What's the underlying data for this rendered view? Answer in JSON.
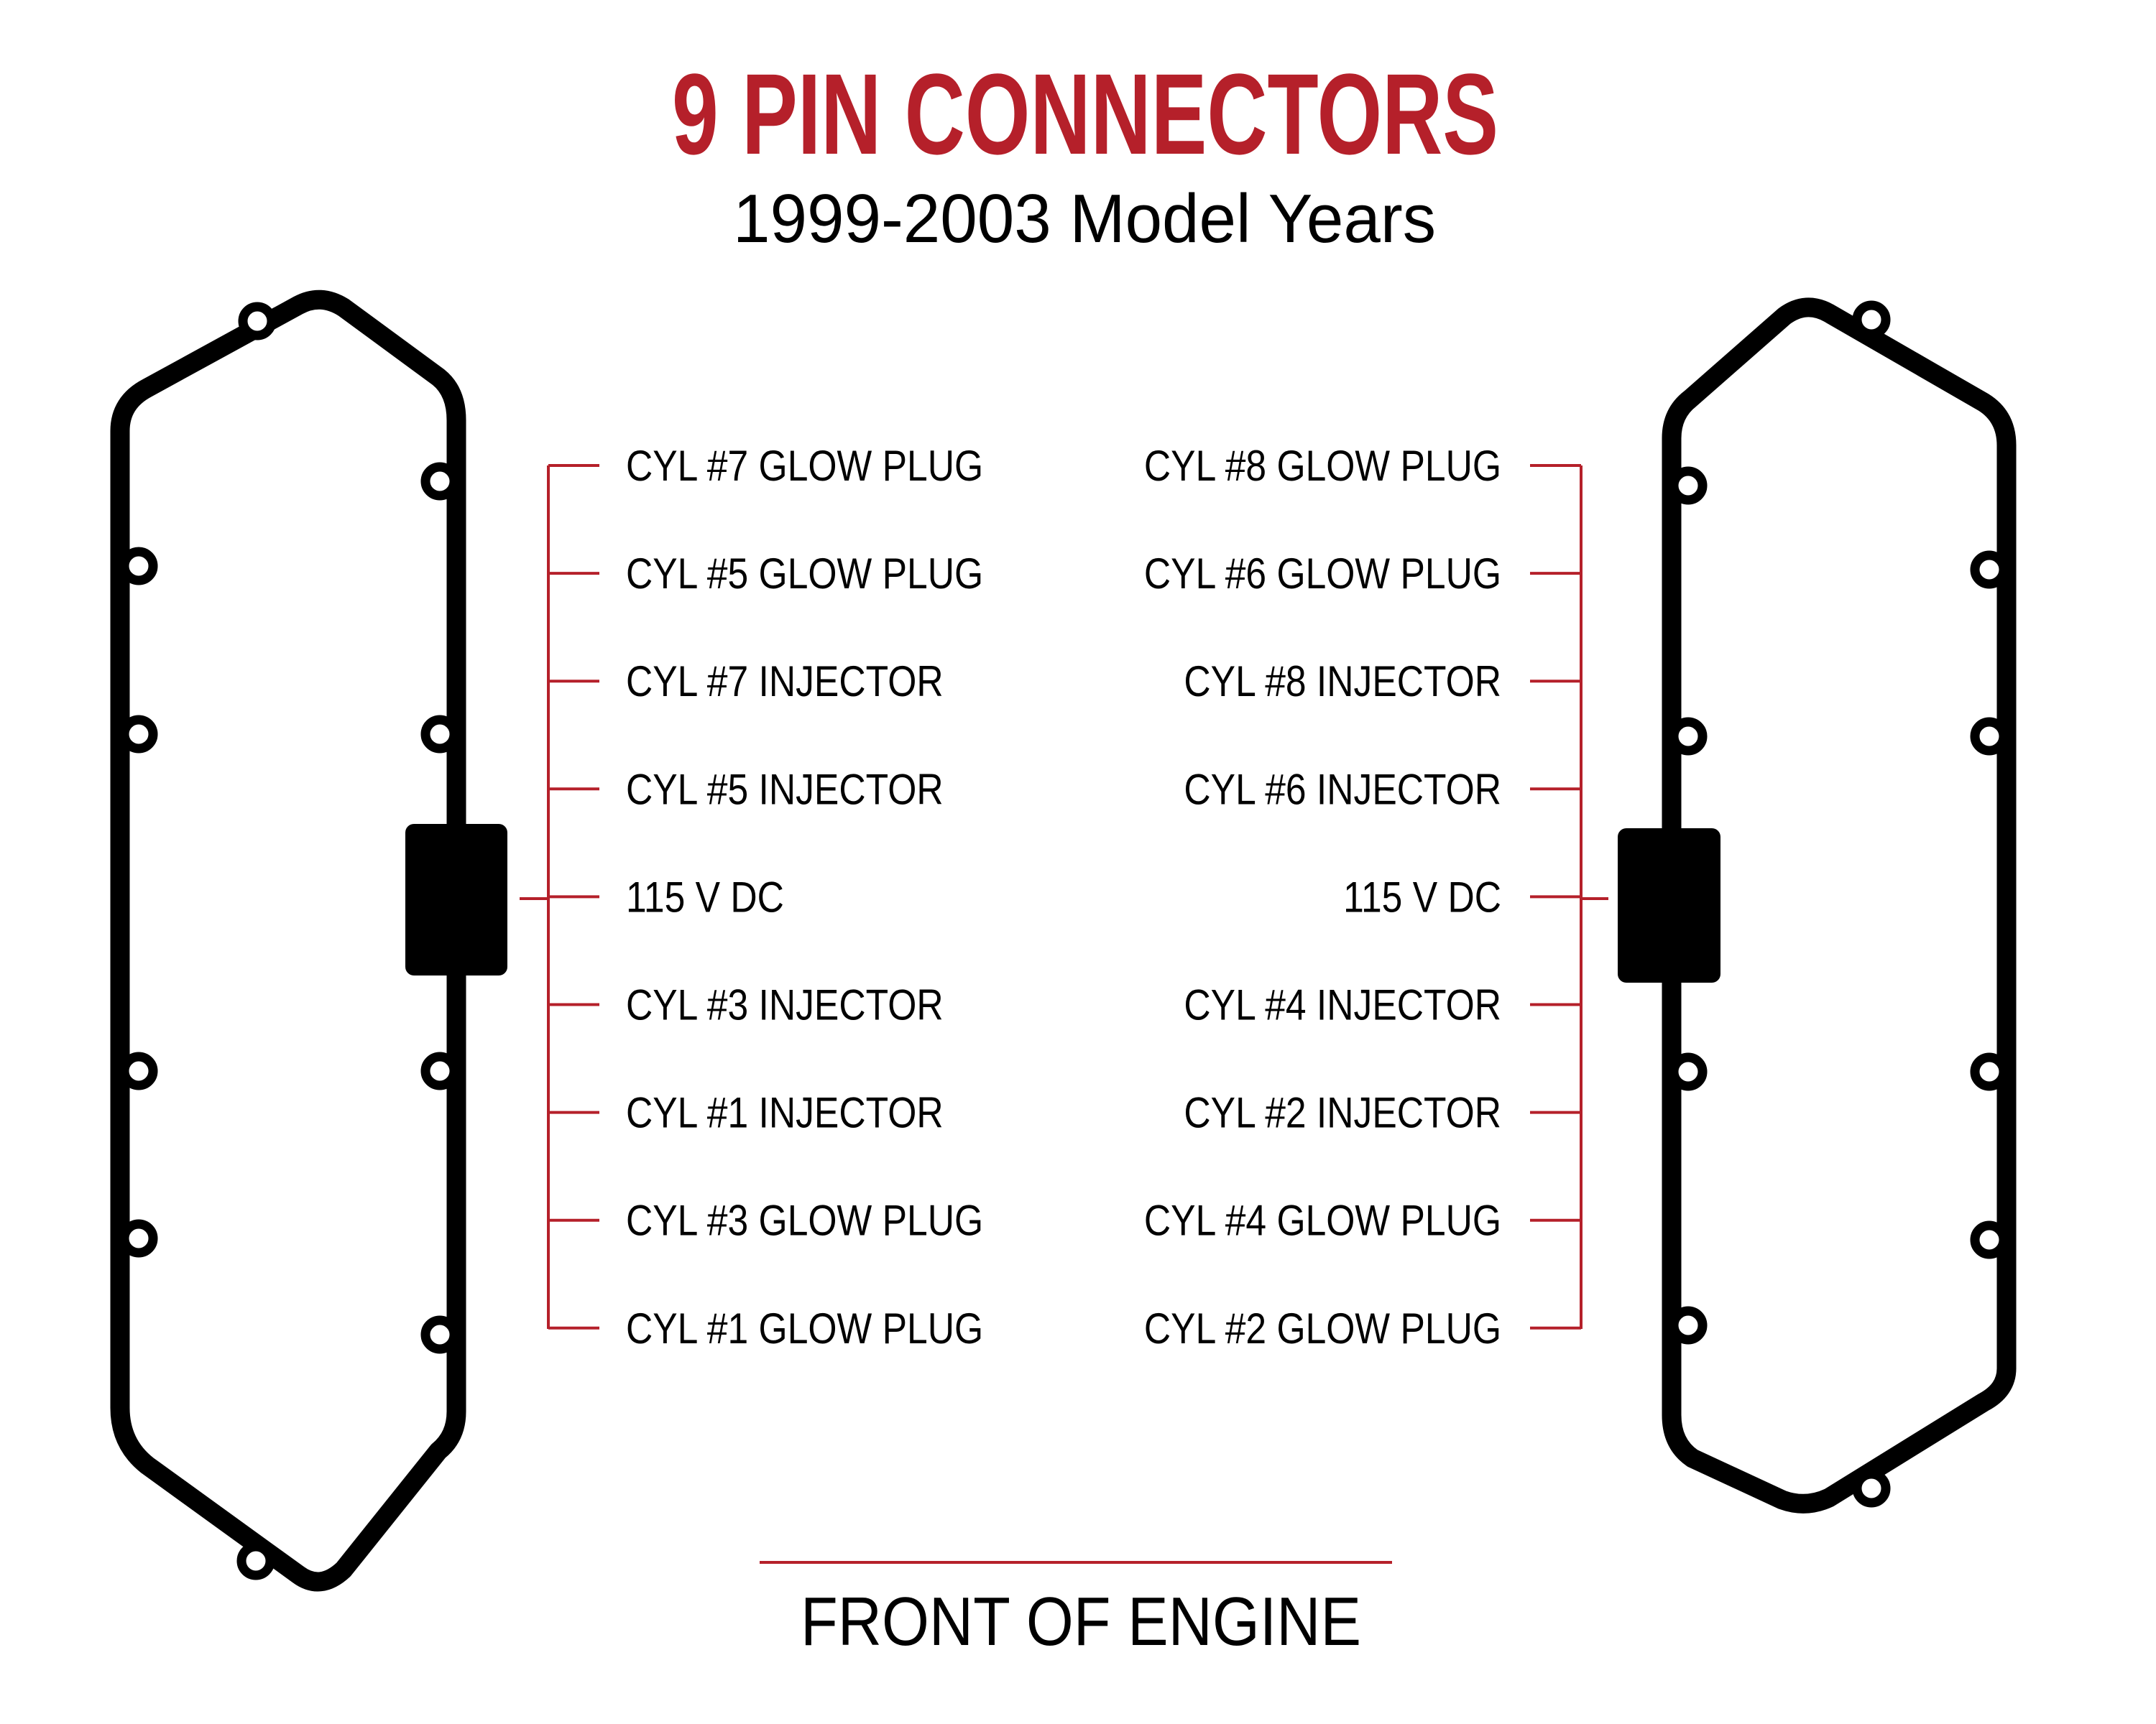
{
  "header": {
    "title": "9 PIN CONNECTORS",
    "subtitle": "1999-2003 Model Years"
  },
  "colors": {
    "accent": "#b5202a",
    "outline": "#000000",
    "text": "#000000"
  },
  "left_connector": {
    "pins": [
      "CYL #7 GLOW PLUG",
      "CYL #5 GLOW PLUG",
      "CYL #7 INJECTOR",
      "CYL #5 INJECTOR",
      "115 V DC",
      "CYL #3 INJECTOR",
      "CYL #1 INJECTOR",
      "CYL #3 GLOW PLUG",
      "CYL #1 GLOW PLUG"
    ]
  },
  "right_connector": {
    "pins": [
      "CYL #8 GLOW PLUG",
      "CYL #6 GLOW PLUG",
      "CYL #8 INJECTOR",
      "CYL #6 INJECTOR",
      "115 V DC",
      "CYL #4 INJECTOR",
      "CYL #2 INJECTOR",
      "CYL #4 GLOW PLUG",
      "CYL #2 GLOW PLUG"
    ]
  },
  "footer": {
    "label": "FRONT OF ENGINE"
  }
}
